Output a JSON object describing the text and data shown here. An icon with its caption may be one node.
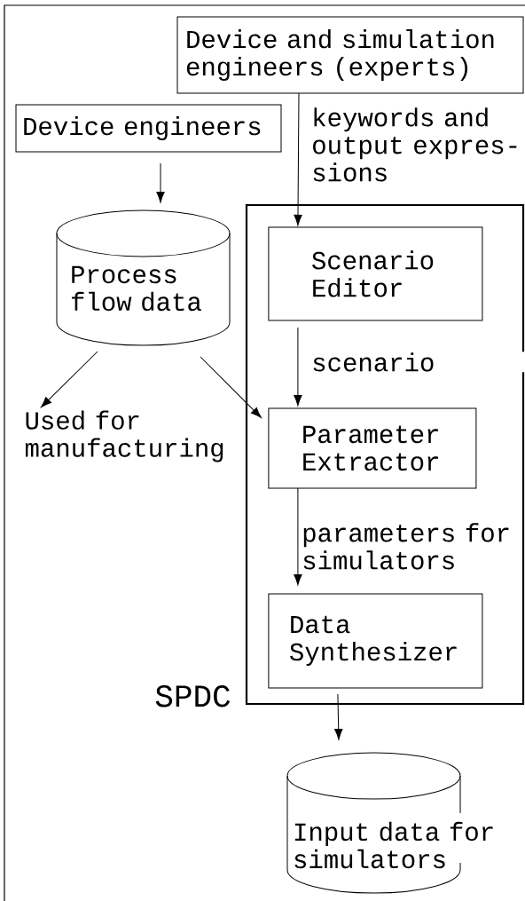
{
  "diagram": {
    "nodes": [
      {
        "text": [
          "Device and simulation engineers (experts)"
        ]
      },
      {
        "text": [
          "Device engineers"
        ]
      },
      {
        "text": [
          "Process flow data"
        ]
      },
      {
        "text": [
          "SPDC"
        ]
      },
      {
        "text": [
          "Scenario Editor"
        ],
        "in": 3
      },
      {
        "text": [
          "Used for manufacturing"
        ]
      },
      {
        "text": [
          "Parameter Extractor"
        ],
        "in": 3
      },
      {
        "text": [
          "Data Synthesizer"
        ],
        "in": 3
      },
      {
        "text": [
          "Input data for simulators"
        ]
      }
    ],
    "edges": [
      {
        "from": 0,
        "to": 4,
        "arrow": "to",
        "label": "keywords and output expres- sions"
      },
      {
        "from": 1,
        "to": 2,
        "arrow": "to"
      },
      {
        "from": 4,
        "to": 6,
        "arrow": "to",
        "label": "scenario"
      },
      {
        "from": 2,
        "to": 5,
        "arrow": "to"
      },
      {
        "from": 2,
        "to": 6,
        "arrow": "to"
      },
      {
        "from": 6,
        "to": 7,
        "arrow": "to",
        "label": "parameters for simulators"
      },
      {
        "from": 7,
        "to": 8,
        "arrow": "to"
      }
    ]
  }
}
